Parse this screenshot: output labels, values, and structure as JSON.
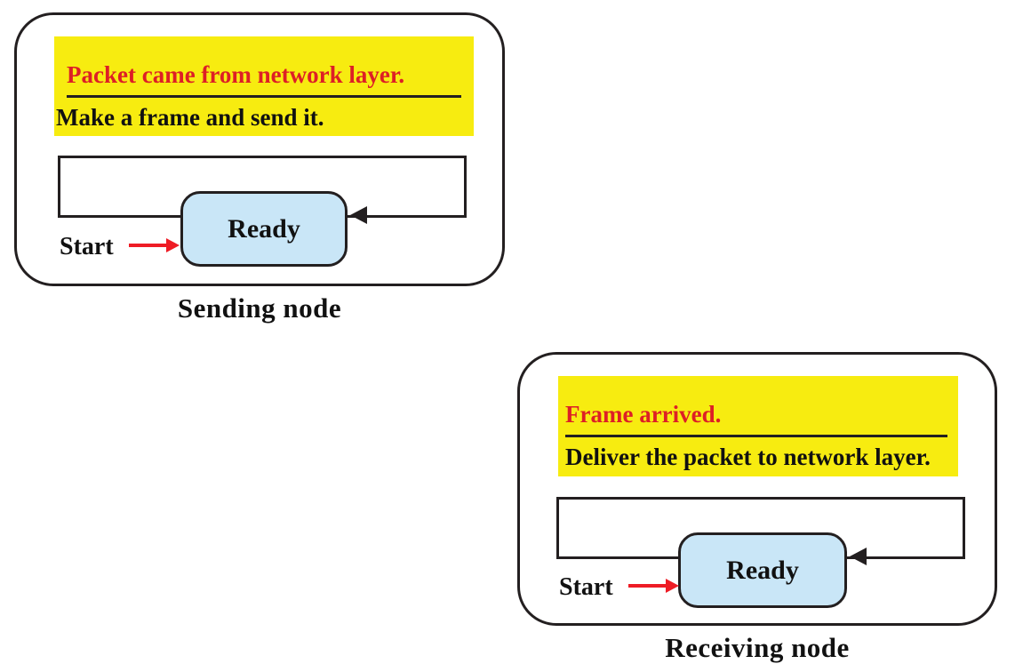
{
  "diagram": {
    "title_semantic": "Simple protocol finite state machines for sending and receiving nodes",
    "colors": {
      "highlight_yellow": "#f7ec10",
      "event_red": "#dd1f26",
      "arrow_red": "#ee1c25",
      "state_fill": "#c9e6f7",
      "line_dark": "#231f20",
      "text_dark": "#111111"
    },
    "panels": [
      {
        "caption": "Sending node",
        "event": "Packet came from network layer.",
        "action": "Make a frame and send it.",
        "state": "Ready",
        "start_label": "Start"
      },
      {
        "caption": "Receiving node",
        "event": "Frame arrived.",
        "action": "Deliver the packet to network layer.",
        "state": "Ready",
        "start_label": "Start"
      }
    ]
  }
}
